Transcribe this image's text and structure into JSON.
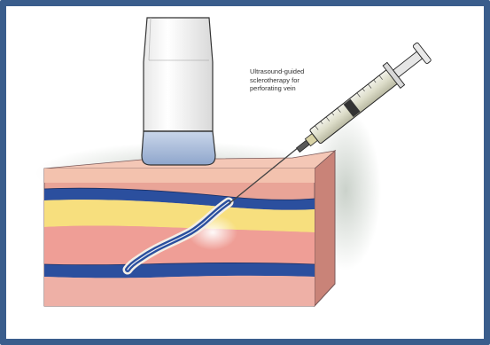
{
  "caption": {
    "lines": [
      "Ultrasound-guided",
      "sclerotherapy  for",
      "perforating vein"
    ]
  },
  "colors": {
    "frame": "#3a5d8c",
    "skin_surface": "#f4c7b6",
    "fat_layer": "#f7df7e",
    "muscle_layer": "#e9a497",
    "vein": "#2b4f9e",
    "probe_body": "#f2f2f2",
    "probe_tip": "#a9bbd6"
  },
  "icons": [
    "ultrasound-probe",
    "syringe",
    "needle"
  ]
}
